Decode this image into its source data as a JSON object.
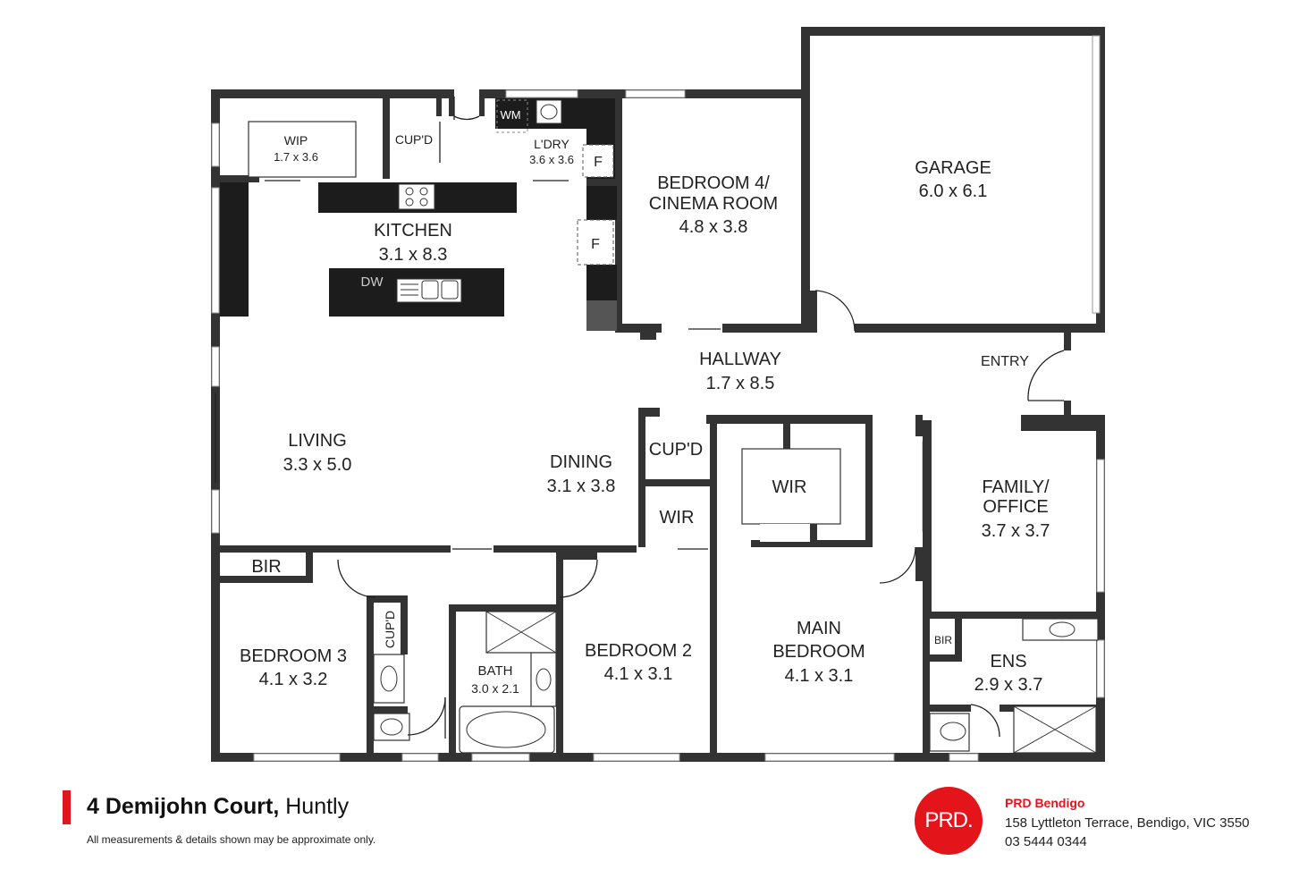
{
  "rooms": {
    "garage": {
      "name": "GARAGE",
      "dim": "6.0 x 6.1"
    },
    "bedroom4": {
      "name1": "BEDROOM 4/",
      "name2": "CINEMA ROOM",
      "dim": "4.8 x 3.8"
    },
    "kitchen": {
      "name": "KITCHEN",
      "dim": "3.1 x 8.3"
    },
    "wip": {
      "name": "WIP",
      "dim": "1.7 x 3.6"
    },
    "cupd_top": {
      "name": "CUP'D"
    },
    "laundry": {
      "name": "L'DRY",
      "dim": "3.6 x 3.6"
    },
    "hallway": {
      "name": "HALLWAY",
      "dim": "1.7 x 8.5"
    },
    "entry": {
      "name": "ENTRY"
    },
    "living": {
      "name": "LIVING",
      "dim": "3.3 x 5.0"
    },
    "dining": {
      "name": "DINING",
      "dim": "3.1 x 3.8"
    },
    "cupd_mid": {
      "name": "CUP'D"
    },
    "wir_small": {
      "name": "WIR"
    },
    "wir_main": {
      "name": "WIR"
    },
    "family": {
      "name1": "FAMILY/",
      "name2": "OFFICE",
      "dim": "3.7 x 3.7"
    },
    "bir_left": {
      "name": "BIR"
    },
    "bedroom3": {
      "name": "BEDROOM 3",
      "dim": "4.1 x 3.2"
    },
    "cupd_bath": {
      "name": "CUP'D"
    },
    "bath": {
      "name": "BATH",
      "dim": "3.0 x 2.1"
    },
    "bedroom2": {
      "name": "BEDROOM 2",
      "dim": "4.1 x 3.1"
    },
    "main_bedroom": {
      "name1": "MAIN",
      "name2": "BEDROOM",
      "dim": "4.1 x 3.1"
    },
    "bir_ens": {
      "name": "BIR"
    },
    "ens": {
      "name": "ENS",
      "dim": "2.9 x 3.7"
    }
  },
  "fixtures": {
    "wm": "WM",
    "dw": "DW",
    "fridge": "F"
  },
  "footer": {
    "address_bold": "4 Demijohn Court,",
    "address_suburb": " Huntly",
    "disclaimer": "All measurements & details shown may be approximate only.",
    "logo": "PRD.",
    "agency": "PRD Bendigo",
    "agency_address": "158 Lyttleton Terrace, Bendigo, VIC 3550",
    "agency_phone": "03 5444 0344"
  },
  "colors": {
    "brand": "#e3151b",
    "wall": "#333333"
  }
}
